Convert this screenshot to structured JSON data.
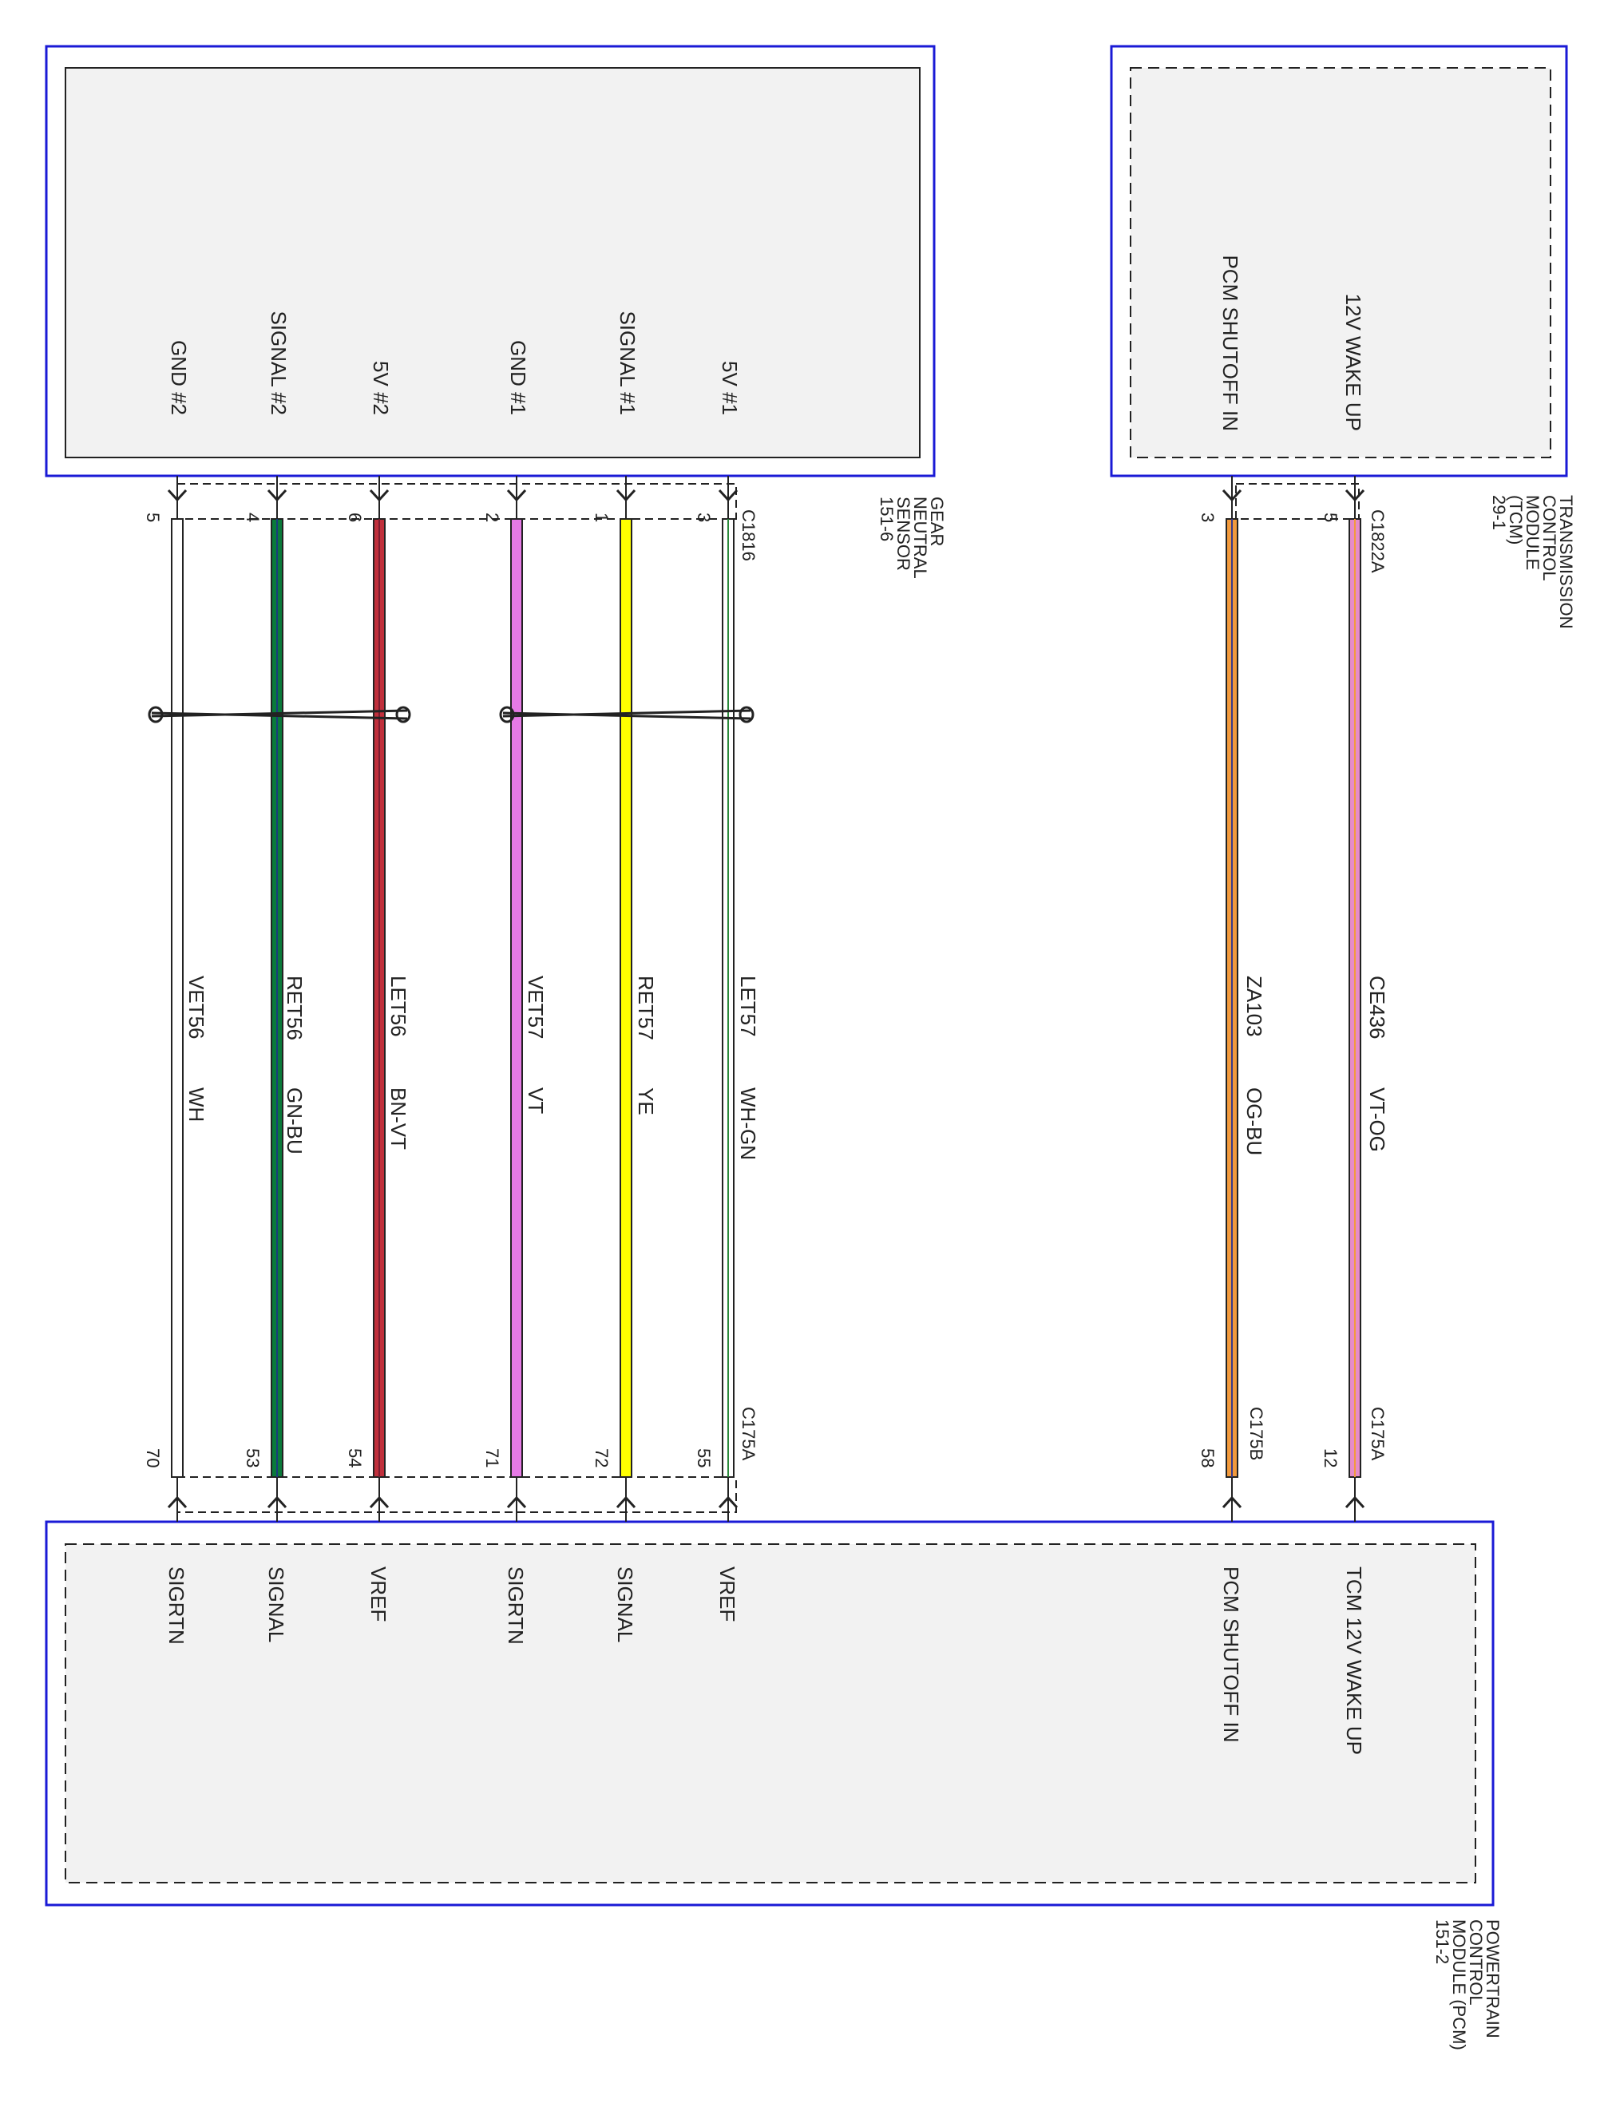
{
  "colors": {
    "box_border": "#1a1ad6",
    "box_fill": "#f2f2f2",
    "wire_colors": {
      "WH": "#ffffff",
      "GN-BU": "#0a7a3a",
      "BN-VT": "#c0303c",
      "VT": "#e67ae6",
      "YE": "#ffff00",
      "WH-GN": "#ffffff",
      "OG-BU": "#f29a3c",
      "VT-OG": "#e68cc8"
    }
  },
  "gns": {
    "title_lines": [
      "GEAR",
      "NEUTRAL",
      "SENSOR",
      "151-6"
    ],
    "connector": "C1816",
    "pins": [
      {
        "label": "GND #2",
        "pin": "5"
      },
      {
        "label": "SIGNAL #2",
        "pin": "4"
      },
      {
        "label": "5V #2",
        "pin": "6"
      },
      {
        "label": "GND #1",
        "pin": "2"
      },
      {
        "label": "SIGNAL #1",
        "pin": "1"
      },
      {
        "label": "5V #1",
        "pin": "3"
      }
    ]
  },
  "tcm": {
    "title_lines": [
      "TRANSMISSION",
      "CONTROL",
      "MODULE",
      "(TCM)",
      "29-1"
    ],
    "connector": "C1822A",
    "pins": [
      {
        "label": "PCM SHUTOFF IN",
        "pin": "3"
      },
      {
        "label": "12V WAKE UP",
        "pin": "5"
      }
    ]
  },
  "wires": [
    {
      "circuit": "VET56",
      "color": "WH",
      "pcm_pin": "70"
    },
    {
      "circuit": "RET56",
      "color": "GN-BU",
      "pcm_pin": "53"
    },
    {
      "circuit": "LET56",
      "color": "BN-VT",
      "pcm_pin": "54"
    },
    {
      "circuit": "VET57",
      "color": "VT",
      "pcm_pin": "71"
    },
    {
      "circuit": "RET57",
      "color": "YE",
      "pcm_pin": "72"
    },
    {
      "circuit": "LET57",
      "color": "WH-GN",
      "pcm_pin": "55"
    },
    {
      "circuit": "ZA103",
      "color": "OG-BU",
      "pcm_pin": "58"
    },
    {
      "circuit": "CE436",
      "color": "VT-OG",
      "pcm_pin": "12"
    }
  ],
  "pcm": {
    "title_lines": [
      "POWERTRAIN",
      "CONTROL",
      "MODULE (PCM)",
      "151-2"
    ],
    "connectors": [
      "C175A",
      "C175B",
      "C175A"
    ],
    "pin_labels": [
      "SIGRTN",
      "SIGNAL",
      "VREF",
      "SIGRTN",
      "SIGNAL",
      "VREF",
      "PCM SHUTOFF IN",
      "TCM 12V WAKE UP"
    ]
  }
}
